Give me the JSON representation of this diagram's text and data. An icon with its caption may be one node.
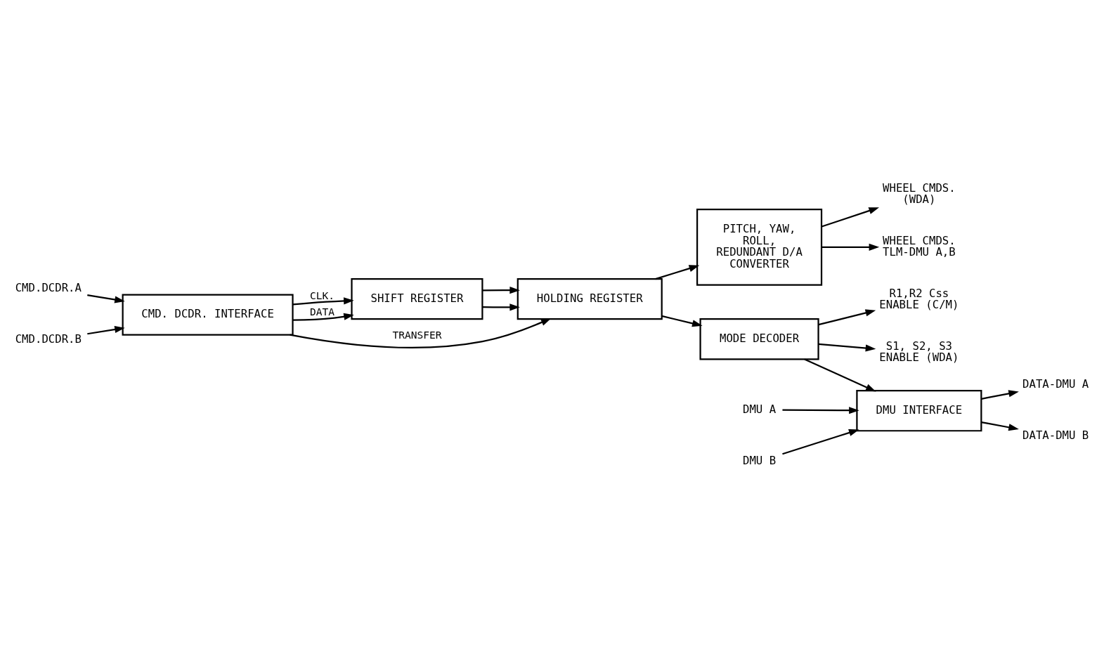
{
  "diagram": {
    "nodes": [
      {
        "text": [
          "CMD.DCDR.A"
        ]
      },
      {
        "text": [
          "CMD.DCDR.B"
        ]
      },
      {
        "text": [
          "CMD. DCDR. INTERFACE"
        ]
      },
      {
        "text": [
          "SHIFT REGISTER"
        ]
      },
      {
        "text": [
          "HOLDING REGISTER"
        ]
      },
      {
        "text": [
          "PITCH, YAW, ROLL, REDUNDANT D/A CONVERTER"
        ]
      },
      {
        "text": [
          "MODE DECODER"
        ]
      },
      {
        "text": [
          "DMU INTERFACE"
        ]
      },
      {
        "text": [
          "WHEEL CMDS. (WDA)"
        ]
      },
      {
        "text": [
          "WHEEL CMDS. TLM-DMU A,B"
        ]
      },
      {
        "text": [
          "R1,R2 Css ENABLE (C/M)"
        ]
      },
      {
        "text": [
          "S1, S2, S3 ENABLE (WDA)"
        ]
      },
      {
        "text": [
          "DMU A"
        ]
      },
      {
        "text": [
          "DMU B"
        ]
      },
      {
        "text": [
          "DATA-DMU A"
        ]
      },
      {
        "text": [
          "DATA-DMU B"
        ]
      }
    ],
    "edges": [
      {
        "from": 0,
        "to": 2,
        "arrow": "to"
      },
      {
        "from": 1,
        "to": 2,
        "arrow": "to"
      },
      {
        "from": 2,
        "to": 3,
        "arrow": "to",
        "label": "CLK."
      },
      {
        "from": 2,
        "to": 3,
        "arrow": "to",
        "label": "DATA"
      },
      {
        "from": 3,
        "to": 4,
        "arrow": "to"
      },
      {
        "from": 3,
        "to": 4,
        "arrow": "to"
      },
      {
        "from": 2,
        "to": 4,
        "arrow": "to",
        "label": "TRANSFER"
      },
      {
        "from": 4,
        "to": 5,
        "arrow": "to"
      },
      {
        "from": 4,
        "to": 6,
        "arrow": "to"
      },
      {
        "from": 5,
        "to": 8,
        "arrow": "to"
      },
      {
        "from": 5,
        "to": 9,
        "arrow": "to"
      },
      {
        "from": 6,
        "to": 10,
        "arrow": "to"
      },
      {
        "from": 6,
        "to": 11,
        "arrow": "to"
      },
      {
        "from": 6,
        "to": 7,
        "arrow": "to"
      },
      {
        "from": 12,
        "to": 7,
        "arrow": "to"
      },
      {
        "from": 13,
        "to": 7,
        "arrow": "to"
      },
      {
        "from": 7,
        "to": 14,
        "arrow": "to"
      },
      {
        "from": 7,
        "to": 15,
        "arrow": "to"
      }
    ]
  }
}
